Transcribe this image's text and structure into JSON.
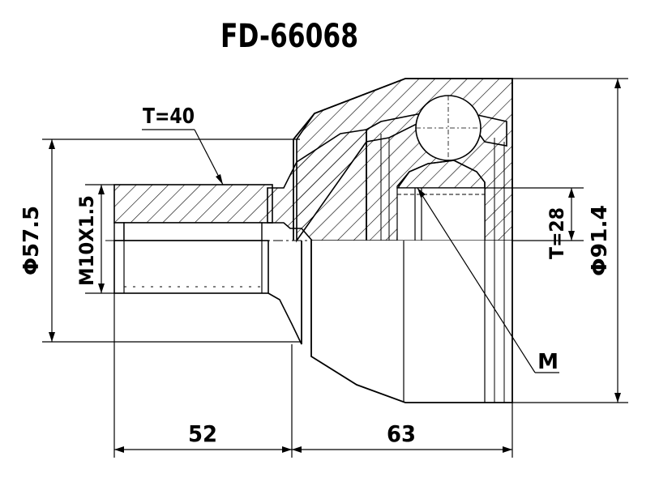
{
  "title": "FD-66068",
  "labels": {
    "shaft_thread_length": "T=40",
    "thread_spec": "M10X1.5",
    "shaft_diameter": "Φ57.5",
    "outer_diameter": "Φ91.4",
    "inner_spline_length": "T=28",
    "inner_spline_callout": "M",
    "stem_length": "52",
    "housing_length": "63"
  },
  "colors": {
    "line": "#000000",
    "background": "#ffffff"
  }
}
